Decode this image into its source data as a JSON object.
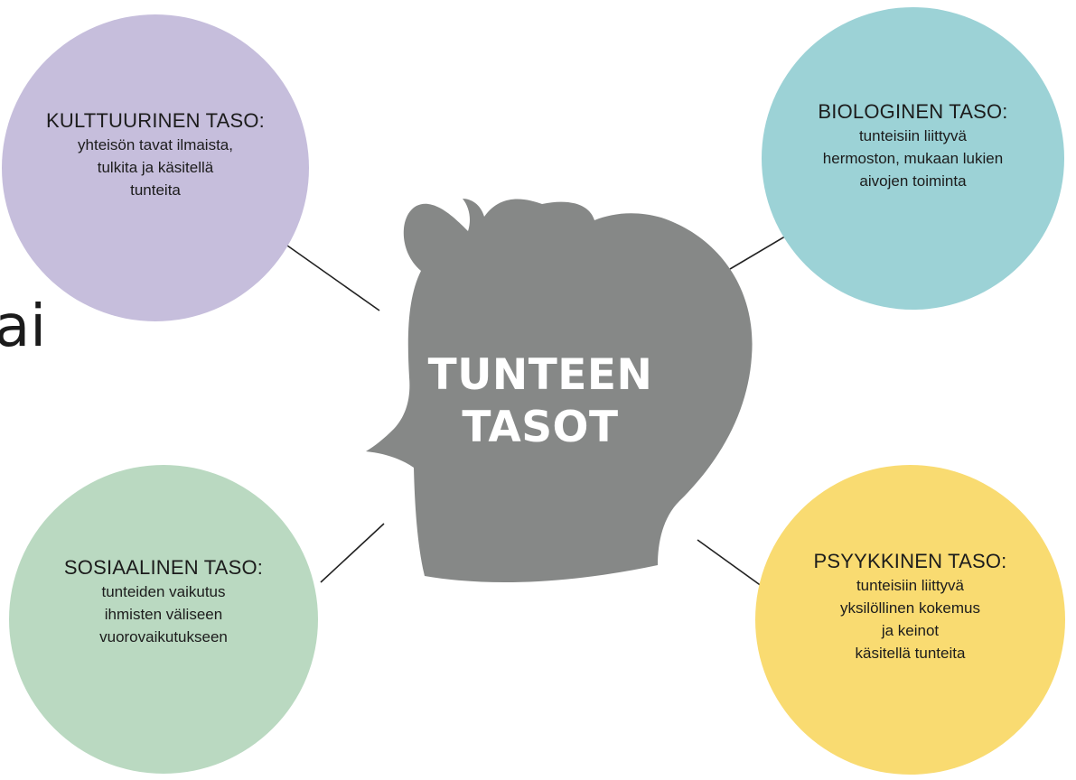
{
  "edge_text": "ai",
  "center": {
    "line1": "TUNTEEN",
    "line2": "TASOT"
  },
  "nodes": {
    "cultural": {
      "heading": "KULTTUURINEN TASO:",
      "body": "yhteisön tavat ilmaista,\ntulkita ja käsitellä\ntunteita",
      "color": "#c6bedc"
    },
    "biological": {
      "heading": "BIOLOGINEN TASO:",
      "body": "tunteisiin liittyvä\nhermoston, mukaan lukien\naivojen toiminta",
      "color": "#9cd2d6"
    },
    "social": {
      "heading": "SOSIAALINEN TASO:",
      "body": "tunteiden vaikutus\nihmisten väliseen\nvuorovaikutukseen",
      "color": "#bad9c1"
    },
    "psychic": {
      "heading": "PSYYKKINEN TASO:",
      "body": "tunteisiin liittyvä\nyksilöllinen kokemus\nja keinot\nkäsitellä tunteita",
      "color": "#f9db71"
    }
  },
  "head_color": "#868887"
}
